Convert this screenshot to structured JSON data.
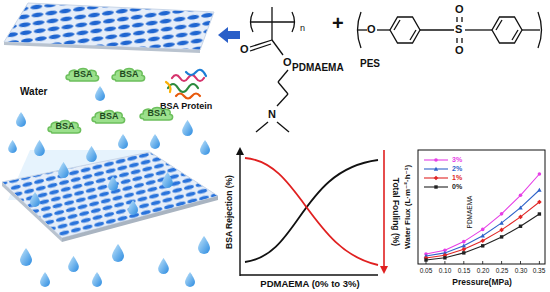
{
  "diagram": {
    "nodes": [
      {
        "text": [
          "BSA"
        ]
      },
      {
        "text": [
          "BSA"
        ]
      },
      {
        "text": [
          "BSA"
        ]
      },
      {
        "text": [
          "BSA"
        ]
      },
      {
        "text": [
          "BSA"
        ]
      }
    ],
    "labels": [
      "n",
      "O",
      "O",
      "N",
      "PDMAEMA",
      "+",
      "O",
      "S",
      "O",
      "O",
      "PES",
      "Water",
      "BSA Protein",
      "BSA Rejection (%)",
      "Total Fouling (%)",
      "PDMAEMA (0% to 3%)",
      "Water Flux (L·m⁻²·h⁻¹)",
      "Pressure(MPa)",
      "0.05",
      "0.10",
      "0.15",
      "0.20",
      "0.25",
      "0.30",
      "0.35",
      "PDMAEMA"
    ],
    "legend": [
      {
        "text": "3%"
      },
      {
        "text": "2%"
      },
      {
        "text": "1%"
      },
      {
        "text": "0%"
      }
    ]
  }
}
